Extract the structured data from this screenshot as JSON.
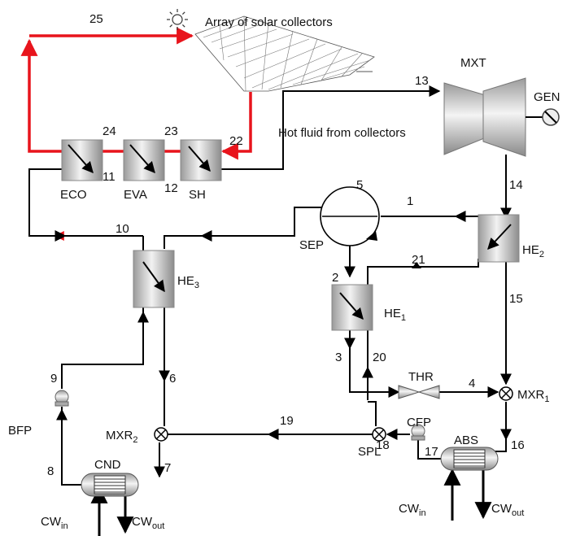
{
  "components": {
    "solar_array": "Array of solar collectors",
    "hot_fluid": "Hot fluid from collectors",
    "mxt": "MXT",
    "gen": "GEN",
    "eco": "ECO",
    "eva": "EVA",
    "sh": "SH",
    "sep": "SEP",
    "he2": "HE",
    "he2_sub": "2",
    "he1": "HE",
    "he1_sub": "1",
    "he3": "HE",
    "he3_sub": "3",
    "thr": "THR",
    "mxr1": "MXR",
    "mxr1_sub": "1",
    "mxr2": "MXR",
    "mxr2_sub": "2",
    "bfp": "BFP",
    "cfp": "CFP",
    "spl": "SPL",
    "abs": "ABS",
    "cnd": "CND",
    "cw_in_left": "CW",
    "cw_in_left_sub": "in",
    "cw_out_left": "CW",
    "cw_out_left_sub": "out",
    "cw_in_right": "CW",
    "cw_in_right_sub": "in",
    "cw_out_right": "CW",
    "cw_out_right_sub": "out"
  },
  "streams": {
    "s1": "1",
    "s2": "2",
    "s3": "3",
    "s4": "4",
    "s5": "5",
    "s6": "6",
    "s7": "7",
    "s8": "8",
    "s9": "9",
    "s10": "10",
    "s11": "11",
    "s12": "12",
    "s13": "13",
    "s14": "14",
    "s15": "15",
    "s16": "16",
    "s17": "17",
    "s18": "18",
    "s19": "19",
    "s20": "20",
    "s21": "21",
    "s22": "22",
    "s23": "23",
    "s24": "24",
    "s25": "25"
  },
  "colors": {
    "solar_loop": "#e8141c",
    "process_lines": "#000000",
    "equipment_fill": "#b8b8b8"
  }
}
